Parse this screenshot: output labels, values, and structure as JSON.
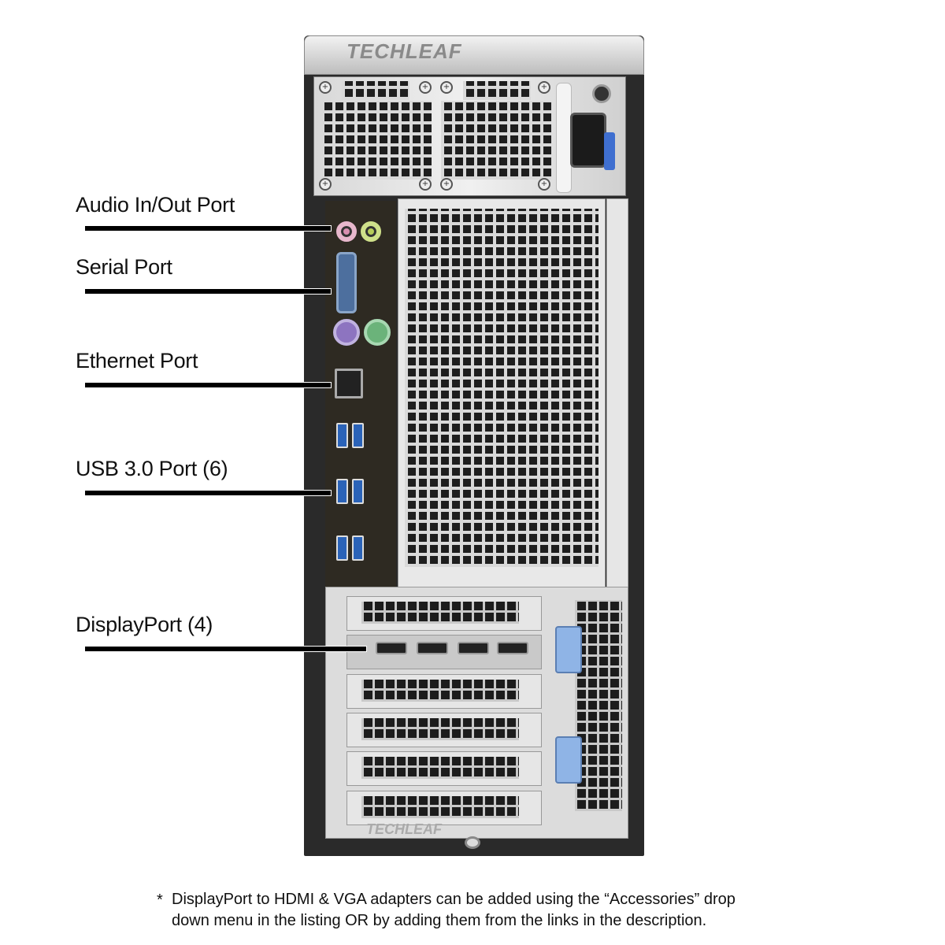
{
  "brand": {
    "logo_text": "TECHLEAF"
  },
  "callouts": [
    {
      "label": "Audio In/Out Port"
    },
    {
      "label": "Serial Port"
    },
    {
      "label": "Ethernet Port"
    },
    {
      "label": "USB 3.0 Port (6)"
    },
    {
      "label": "DisplayPort (4)"
    }
  ],
  "footnote": {
    "marker": "*",
    "line1": "DisplayPort to HDMI & VGA adapters can be added using the “Accessories” drop",
    "line2": "down menu in the listing OR by adding them from the links in the description."
  },
  "colors": {
    "usb_blue": "#2b63b8",
    "clip_blue": "#8fb4e6",
    "io_panel": "#2e2a22",
    "audio_pink": "#d98fb0",
    "audio_green": "#b6cc5a",
    "ps2_purple": "#8d74c0",
    "ps2_green": "#6bb37a"
  }
}
